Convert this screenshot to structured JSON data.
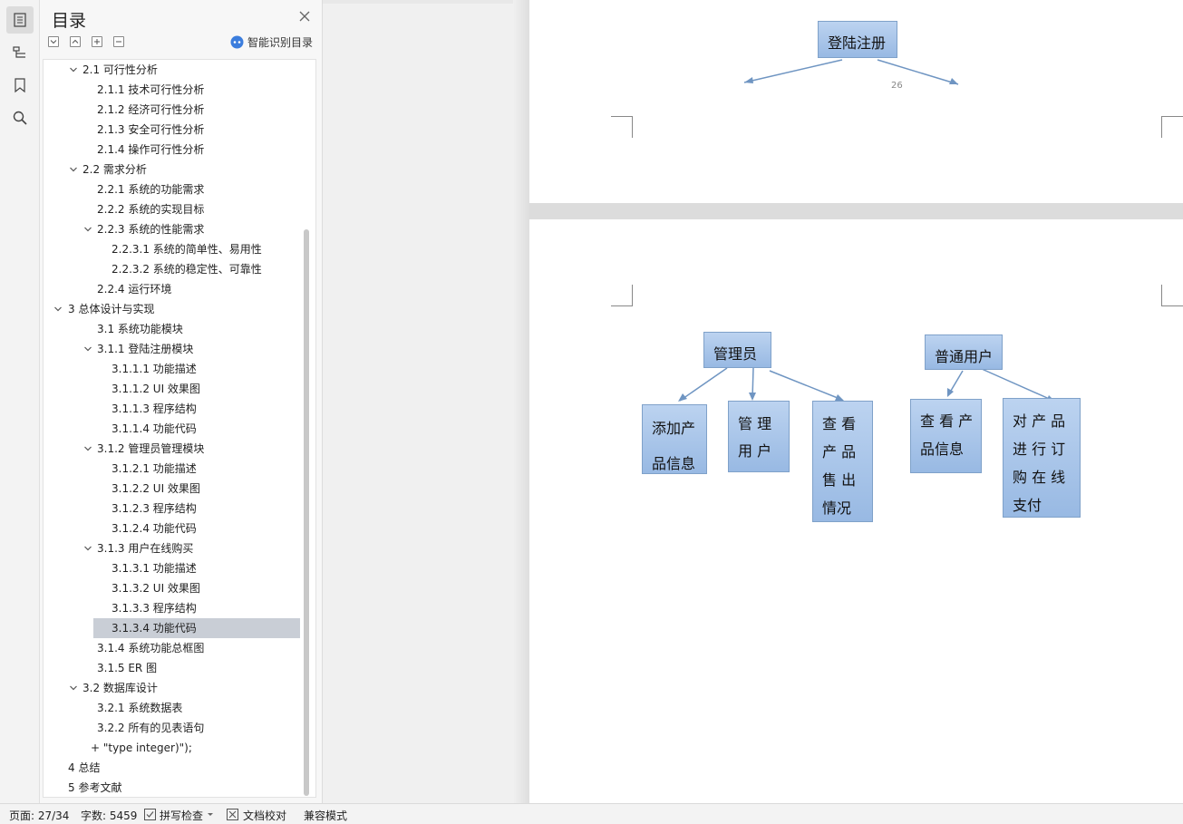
{
  "toc": {
    "title": "目录",
    "smart_label": "智能识别目录",
    "items": [
      {
        "label": "2.1  可行性分析",
        "level": 1,
        "chev": "down"
      },
      {
        "label": "2.1.1  技术可行性分析",
        "level": 2,
        "chev": ""
      },
      {
        "label": "2.1.2  经济可行性分析",
        "level": 2,
        "chev": ""
      },
      {
        "label": "2.1.3  安全可行性分析",
        "level": 2,
        "chev": ""
      },
      {
        "label": "2.1.4  操作可行性分析",
        "level": 2,
        "chev": ""
      },
      {
        "label": "2.2  需求分析",
        "level": 1,
        "chev": "down"
      },
      {
        "label": "2.2.1  系统的功能需求",
        "level": 2,
        "chev": ""
      },
      {
        "label": "2.2.2  系统的实现目标",
        "level": 2,
        "chev": ""
      },
      {
        "label": "2.2.3  系统的性能需求",
        "level": 2,
        "chev": "down"
      },
      {
        "label": "2.2.3.1  系统的简单性、易用性",
        "level": 3,
        "chev": ""
      },
      {
        "label": "2.2.3.2  系统的稳定性、可靠性",
        "level": 3,
        "chev": ""
      },
      {
        "label": "2.2.4  运行环境",
        "level": 2,
        "chev": ""
      },
      {
        "label": "3  总体设计与实现",
        "level": 0,
        "chev": "down"
      },
      {
        "label": "3.1  系统功能模块",
        "level": 2,
        "chev": ""
      },
      {
        "label": "3.1.1 登陆注册模块",
        "level": 2,
        "chev": "down"
      },
      {
        "label": "3.1.1.1  功能描述",
        "level": 3,
        "chev": ""
      },
      {
        "label": "3.1.1.2 UI 效果图",
        "level": 3,
        "chev": ""
      },
      {
        "label": "3.1.1.3  程序结构",
        "level": 3,
        "chev": ""
      },
      {
        "label": "3.1.1.4  功能代码",
        "level": 3,
        "chev": ""
      },
      {
        "label": "3.1.2 管理员管理模块",
        "level": 2,
        "chev": "down"
      },
      {
        "label": "3.1.2.1  功能描述",
        "level": 3,
        "chev": ""
      },
      {
        "label": "3.1.2.2 UI 效果图",
        "level": 3,
        "chev": ""
      },
      {
        "label": "3.1.2.3  程序结构",
        "level": 3,
        "chev": ""
      },
      {
        "label": "3.1.2.4  功能代码",
        "level": 3,
        "chev": ""
      },
      {
        "label": "3.1.3 用户在线购买",
        "level": 2,
        "chev": "down"
      },
      {
        "label": "3.1.3.1  功能描述",
        "level": 3,
        "chev": ""
      },
      {
        "label": "3.1.3.2 UI 效果图",
        "level": 3,
        "chev": ""
      },
      {
        "label": "3.1.3.3  程序结构",
        "level": 3,
        "chev": ""
      },
      {
        "label": "3.1.3.4  功能代码",
        "level": 3,
        "chev": "",
        "selected": true
      },
      {
        "label": "3.1.4  系统功能总框图",
        "level": 2,
        "chev": ""
      },
      {
        "label": "3.1.5 ER 图",
        "level": 2,
        "chev": ""
      },
      {
        "label": "3.2  数据库设计",
        "level": 1,
        "chev": "down"
      },
      {
        "label": "3.2.1  系统数据表",
        "level": 2,
        "chev": ""
      },
      {
        "label": "3.2.2 所有的见表语句",
        "level": 2,
        "chev": ""
      },
      {
        "label": "+  \"type integer)\");",
        "level": 1.5,
        "chev": ""
      },
      {
        "label": "4  总结",
        "level": 0,
        "chev": ""
      },
      {
        "label": "5 参考文献",
        "level": 0,
        "chev": ""
      }
    ]
  },
  "page1": {
    "box_login": "登陆注册",
    "page_number": "26"
  },
  "page2": {
    "box_admin": "管理员",
    "box_user": "普通用户",
    "box_add_lines": [
      "添加产",
      "品信息"
    ],
    "box_manage_lines": [
      "管  理",
      "用  户"
    ],
    "box_sales_lines": [
      "查  看",
      "产  品",
      "售  出",
      "情况"
    ],
    "box_view_lines": [
      "查 看 产",
      "品信息"
    ],
    "box_order_lines": [
      "对 产 品",
      "进 行 订",
      "购 在 线",
      "支付"
    ]
  },
  "status": {
    "page": "页面: 27/34",
    "words": "字数: 5459",
    "spell": "拼写检查",
    "proof": "文档校对",
    "compat": "兼容模式"
  },
  "colors": {
    "box_fill_top": "#bcd3f0",
    "box_fill_bottom": "#98b9e3",
    "box_border": "#7fa1c9",
    "arrow": "#6f95c2",
    "selected_row": "#c9ced6"
  }
}
